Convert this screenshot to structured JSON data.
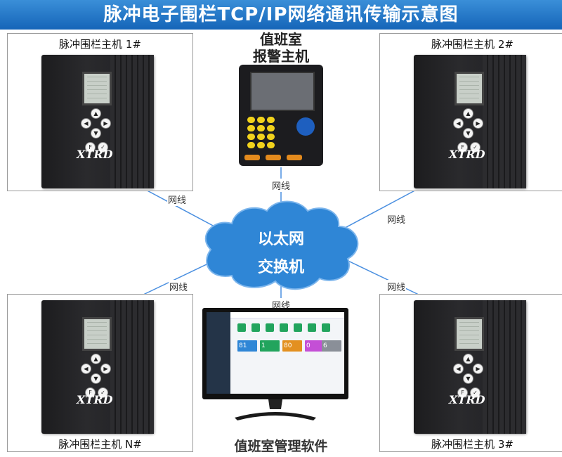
{
  "title": "脉冲电子围栏TCP/IP网络通讯传输示意图",
  "hosts": {
    "host1": "脉冲围栏主机 1#",
    "host2": "脉冲围栏主机 2#",
    "host3": "脉冲围栏主机 3#",
    "hostN": "脉冲围栏主机 N#"
  },
  "alarm_host": {
    "line1": "值班室",
    "line2": "报警主机"
  },
  "switch": {
    "line1": "以太网",
    "line2": "交换机"
  },
  "cable_label": "网线",
  "software_label": "值班室管理软件",
  "logo_text": "XTRD",
  "software_stats": [
    "81",
    "1",
    "80",
    "0",
    "6"
  ],
  "colors": {
    "title_bg": "#1e74c8",
    "cloud": "#2f86d6",
    "cable": "#4a8fe0"
  }
}
